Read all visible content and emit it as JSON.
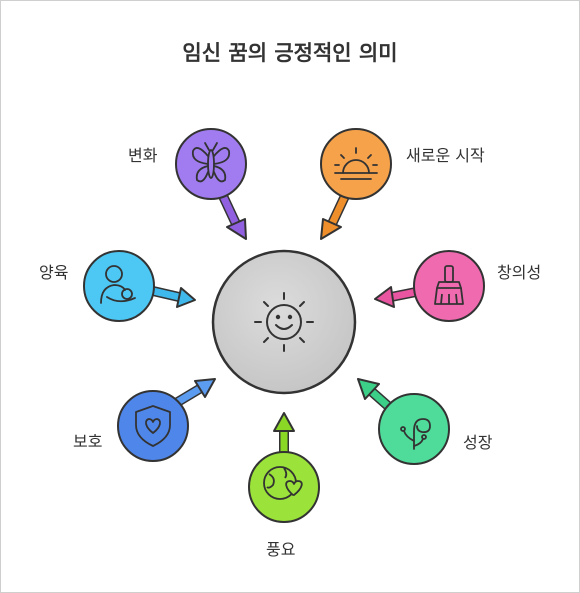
{
  "title": "임신 꿈의 긍정적인 의미",
  "center": {
    "icon": "sun-smile-icon"
  },
  "items": [
    {
      "label": "변화",
      "icon": "butterfly-icon",
      "color": "#a07cf0",
      "arrow": "#9060e0"
    },
    {
      "label": "새로운 시작",
      "icon": "sunrise-icon",
      "color": "#f5a24b",
      "arrow": "#ef8f2c"
    },
    {
      "label": "창의성",
      "icon": "paintbrush-icon",
      "color": "#f06ab0",
      "arrow": "#e955a0"
    },
    {
      "label": "성장",
      "icon": "sprout-icon",
      "color": "#4fdc9a",
      "arrow": "#3ccf88"
    },
    {
      "label": "풍요",
      "icon": "earth-heart-icon",
      "color": "#9be23a",
      "arrow": "#8ad825"
    },
    {
      "label": "보호",
      "icon": "shield-heart-icon",
      "color": "#4f86ea",
      "arrow": "#5b9cf0"
    },
    {
      "label": "양육",
      "icon": "mother-baby-icon",
      "color": "#4dc7f3",
      "arrow": "#3fb8eb"
    }
  ]
}
